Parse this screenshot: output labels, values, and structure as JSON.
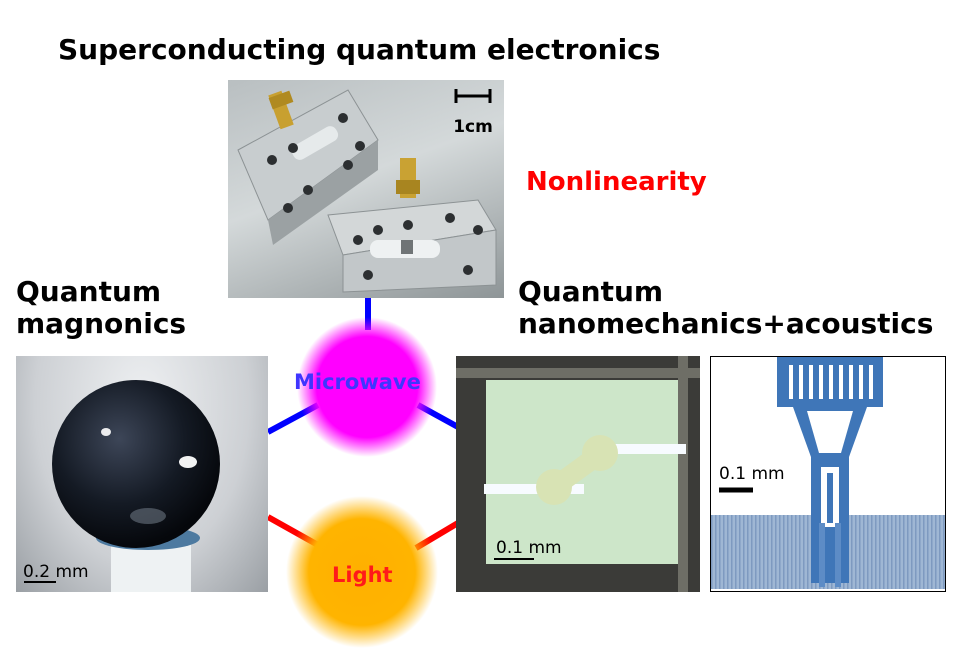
{
  "title": "Superconducting quantum electronics",
  "nonlinearity": "Nonlinearity",
  "magnonics": {
    "line1": "Quantum",
    "line2": "magnonics"
  },
  "nanomechanics": {
    "line1": "Quantum",
    "line2": "nanomechanics+acoustics"
  },
  "nodes": {
    "microwave": "Microwave",
    "light": "Light"
  },
  "scale_bars": {
    "cavity": "1cm",
    "sphere": "0.2 mm",
    "membrane": "0.1 mm",
    "saw": "0.1 mm"
  },
  "colors": {
    "microwave_node": "#ff00ff",
    "light_node": "#ffb300",
    "microwave_link": "#0000ff",
    "light_link": "#ff0000",
    "nonlinearity_text": "#ff0000"
  }
}
